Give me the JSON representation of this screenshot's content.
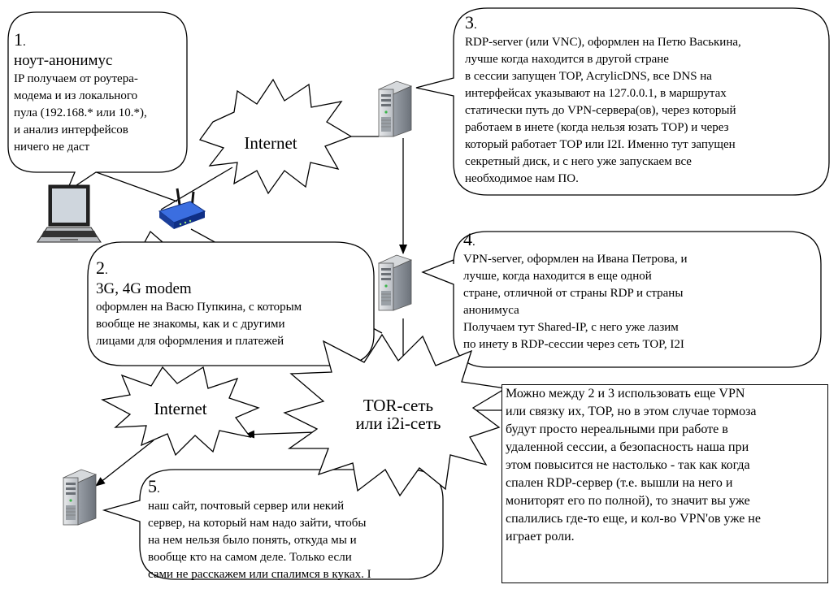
{
  "callouts": {
    "c1": {
      "number": "1",
      "dot": ".",
      "title": "ноут-анонимус",
      "lines": [
        "IP получаем от роутера-",
        "модема и из локального",
        "пула (192.168.* или 10.*),",
        "и анализ интерфейсов",
        "ничего не даст"
      ]
    },
    "c2": {
      "number": "2",
      "dot": ".",
      "title": "3G, 4G modem",
      "lines": [
        "оформлен на Васю Пупкина, с которым",
        "вообще не знакомы, как и с другими",
        "лицами для оформления и платежей"
      ]
    },
    "c3": {
      "number": "3",
      "dot": ".",
      "lines": [
        "RDP-server (или VNC), оформлен на Петю Васькина,",
        "лучше когда находится в другой стране",
        "в сессии запущен TOP, AcrylicDNS, все DNS на",
        "интерфейсах указывают на 127.0.0.1, в маршрутах",
        "статически путь до VPN-сервера(ов), через который",
        "работаем в инете (когда нельзя юзать TOP) и через",
        "который работает TOP или I2I. Именно тут запущен",
        "секретный диск, и с него уже запускаем все",
        "необходимое нам ПО."
      ]
    },
    "c4": {
      "number": "4",
      "dot": ".",
      "lines": [
        "VPN-server, оформлен на Ивана Петрова, и",
        "лучше, когда находится в еще одной",
        "стране, отличной от страны RDP и страны",
        "анонимуса",
        "Получаем тут Shared-IP, с него уже лазим",
        "по инету в RDP-сессии через сеть TOP, I2I"
      ]
    },
    "c5": {
      "number": "5",
      "dot": ".",
      "lines": [
        "наш сайт, почтовый сервер или некий",
        "сервер, на который нам надо зайти, чтобы",
        "на нем нельзя было понять, откуда мы и",
        "вообще кто на самом деле. Только если",
        "сами не расскажем или спалимся в куках. I"
      ]
    }
  },
  "clouds": {
    "internet_top": "Internet",
    "internet_bottom": "Internet",
    "tor_line1": "TOR-сеть",
    "tor_line2": "или i2i-сеть"
  },
  "note": {
    "lines": [
      "Можно между 2 и 3 использовать еще VPN",
      "или связку их, TOP, но в этом случае тормоза",
      "будут просто нереальными при работе в",
      "удаленной сессии, а безопасность наша при",
      "этом повысится не настолько - так как когда",
      "спален RDP-сервер (т.е. вышли на него и",
      "мониторят его по полной), то значит вы уже",
      "спалились где-то еще, и кол-во VPN'ов уже не",
      "играет роли."
    ]
  },
  "icons": [
    "laptop-icon",
    "router-icon",
    "server-icon"
  ],
  "colors": {
    "line": "#000000",
    "server_body": "#c8ccd0",
    "router_blue": "#2255cc"
  }
}
